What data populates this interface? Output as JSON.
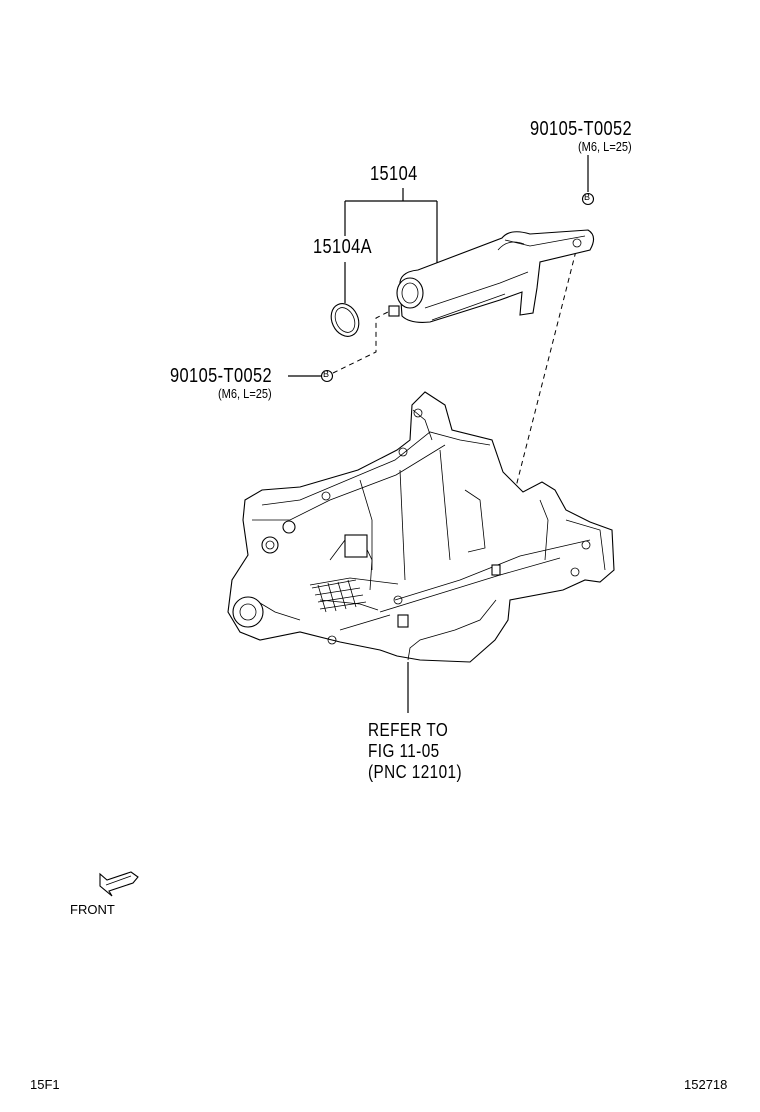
{
  "callouts": {
    "bolt_top_part": "90105-T0052",
    "bolt_top_spec": "(M6, L=25)",
    "bolt_left_part": "90105-T0052",
    "bolt_left_spec": "(M6, L=25)",
    "strainer_part": "15104",
    "gasket_part": "15104A",
    "bolt_marker": "B"
  },
  "refer_note": {
    "line1": "REFER TO",
    "line2": "FIG 11-05",
    "line3": "(PNC 12101)"
  },
  "front_label": "FRONT",
  "footer": {
    "left_code": "15F1",
    "right_code": "152718"
  }
}
